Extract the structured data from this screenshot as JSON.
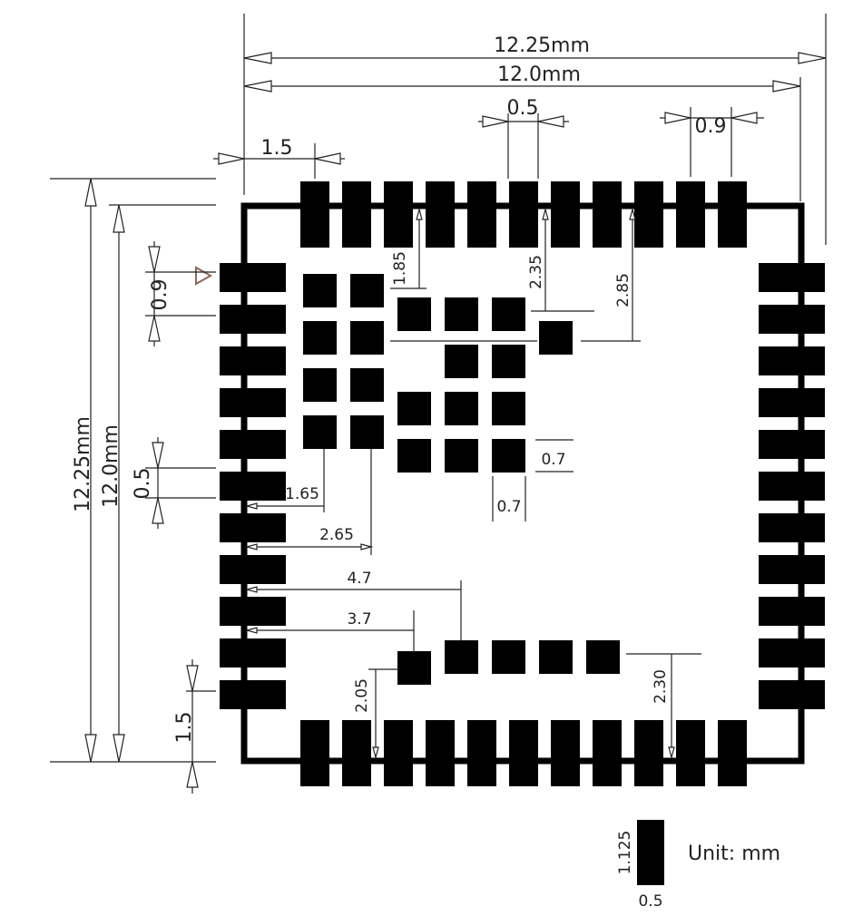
{
  "dimensions": {
    "outer_width": "12.25mm",
    "inner_width": "12.0mm",
    "pitch_top": "0.5",
    "pad_len_top": "0.9",
    "edge_offset_top": "1.5",
    "outer_height": "12.25mm",
    "inner_height": "12.0mm",
    "pad_len_left": "0.9",
    "pitch_left": "0.5",
    "edge_offset_left": "1.5",
    "d_185": "1.85",
    "d_235": "2.35",
    "d_285": "2.85",
    "d_165": "1.65",
    "d_265": "2.65",
    "d_47": "4.7",
    "d_37": "3.7",
    "d_205": "2.05",
    "d_230": "2.30",
    "pad_w": "0.7",
    "pad_h": "0.7",
    "legend_h": "1.125",
    "legend_w": "0.5"
  },
  "unit_label": "Unit: mm"
}
